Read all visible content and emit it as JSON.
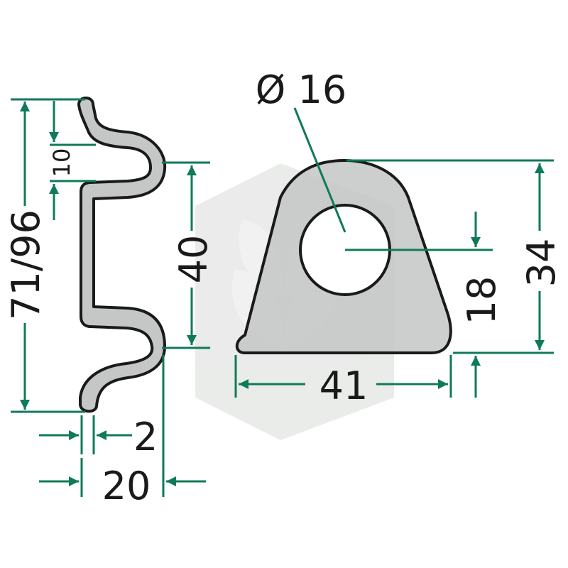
{
  "colors": {
    "dimension_line": "#0f7a5a",
    "part_fill": "#c4c7c5",
    "part_outline": "#1a1a1a",
    "watermark": "#d6d8d6",
    "text": "#1a1a1a"
  },
  "icons": {
    "watermark": "leaf-logo-watermark"
  },
  "side_view": {
    "height_label": "71/96",
    "offset_label": "10",
    "thickness_label": "2",
    "depth_label": "20",
    "bend_height_label": "40"
  },
  "front_view": {
    "hole_diameter_label": "Ø 16",
    "hole_center_height_label": "18",
    "total_height_label": "34",
    "width_label": "41"
  }
}
